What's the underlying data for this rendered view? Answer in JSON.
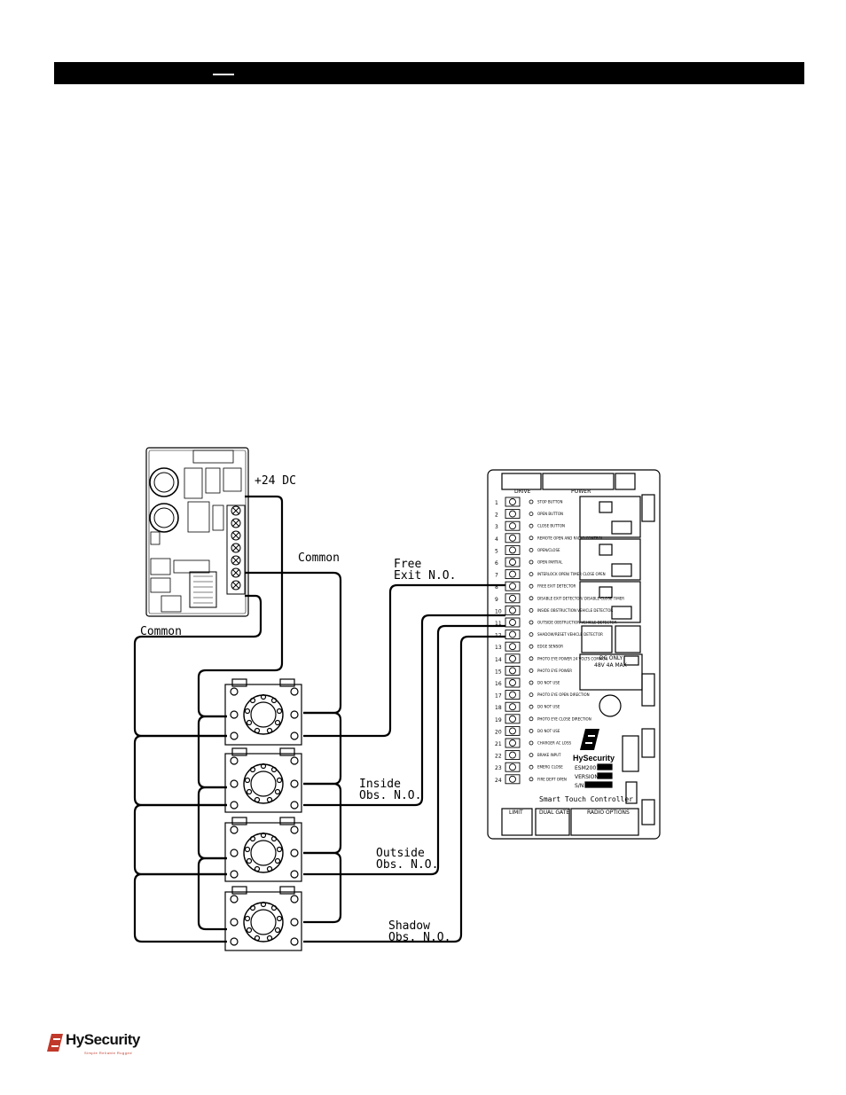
{
  "labels": {
    "plus24": "+24 DC",
    "common_top": "Common",
    "common_left": "Common",
    "free_1": "Free",
    "free_2": "Exit N.O.",
    "inside_1": "Inside",
    "inside_2": "Obs. N.O.",
    "outside_1": "Outside",
    "outside_2": "Obs. N.O.",
    "shadow_1": "Shadow",
    "shadow_2": "Obs. N.O."
  },
  "controller": {
    "drive": "DRIVE",
    "power": "POWER",
    "terminals": [
      {
        "num": "1",
        "label": "STOP BUTTON"
      },
      {
        "num": "2",
        "label": "OPEN BUTTON"
      },
      {
        "num": "3",
        "label": "CLOSE BUTTON"
      },
      {
        "num": "4",
        "label": "REMOTE OPEN AND RADIO CONTROL"
      },
      {
        "num": "5",
        "label": "OPEN/CLOSE"
      },
      {
        "num": "6",
        "label": "OPEN PARTIAL"
      },
      {
        "num": "7",
        "label": "INTERLOCK OPEN/ TIMER CLOSE OPEN"
      },
      {
        "num": "8",
        "label": "FREE EXIT DETECTOR"
      },
      {
        "num": "9",
        "label": "DISABLE EXIT DETECTOR/ DISABLE CLOSE TIMER"
      },
      {
        "num": "10",
        "label": "INSIDE OBSTRUCTION VEHICLE DETECTOR"
      },
      {
        "num": "11",
        "label": "OUTSIDE OBSTRUCTION VEHICLE DETECTOR"
      },
      {
        "num": "12",
        "label": "SHADOW/RESET VEHICLE DETECTOR"
      },
      {
        "num": "13",
        "label": "EDGE SENSOR"
      },
      {
        "num": "14",
        "label": "PHOTO EYE POWER 24 VOLTS COMMON"
      },
      {
        "num": "15",
        "label": "PHOTO EYE POWER"
      },
      {
        "num": "16",
        "label": "DO NOT USE"
      },
      {
        "num": "17",
        "label": "PHOTO EYE OPEN DIRECTION"
      },
      {
        "num": "18",
        "label": "DO NOT USE"
      },
      {
        "num": "19",
        "label": "PHOTO EYE CLOSE DIRECTION"
      },
      {
        "num": "20",
        "label": "DO NOT USE"
      },
      {
        "num": "21",
        "label": "CHARGER AC LOSS"
      },
      {
        "num": "22",
        "label": "BRAKE INPUT"
      },
      {
        "num": "23",
        "label": "EMERG CLOSE"
      },
      {
        "num": "24",
        "label": "FIRE DEPT OPEN"
      }
    ],
    "brand": "HySecurity",
    "model": "ESM20017",
    "version": "VERSION",
    "sn": "S/N",
    "title": "Smart Touch Controller",
    "limit": "LIMIT",
    "dual_gate": "DUAL GATE",
    "radio_options": "RADIO OPTIONS",
    "dc_only": "DC ONLY",
    "dc_spec": "48V 4A MAX"
  },
  "footer": {
    "logo": "HySecurity",
    "tagline": "Simple Reliable Rugged"
  }
}
